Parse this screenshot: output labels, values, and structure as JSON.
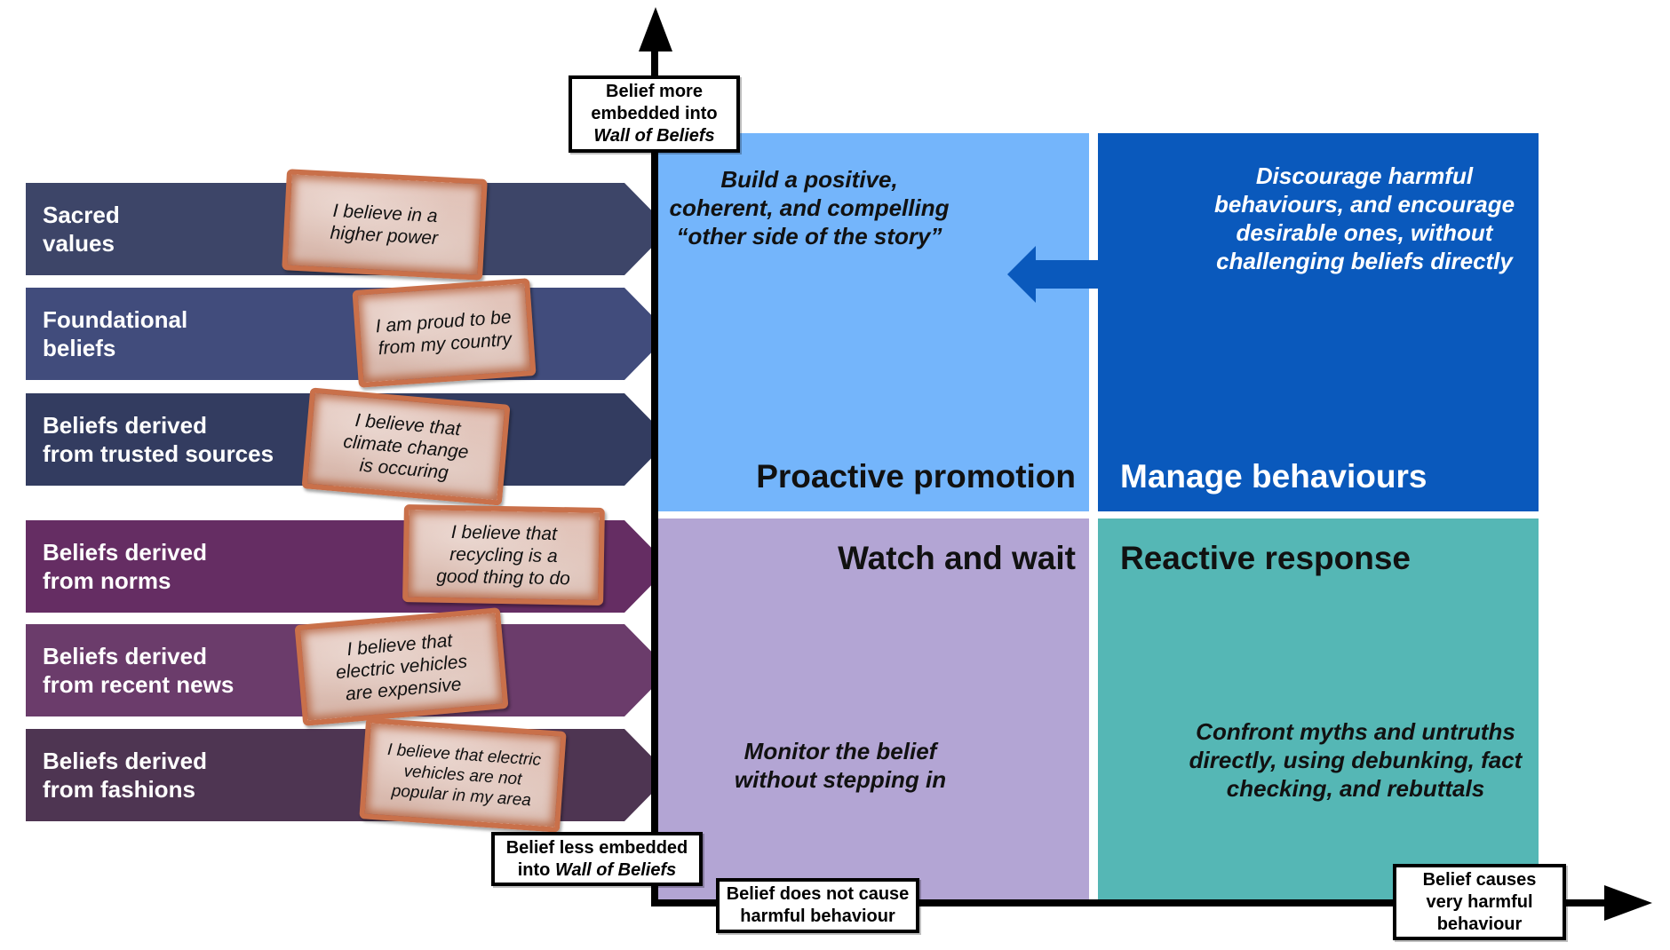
{
  "title": "Wall of Beliefs strategy matrix",
  "colors": {
    "row_1": "#3d4568",
    "row_2": "#414c7c",
    "row_3": "#333c60",
    "row_4": "#652d63",
    "row_5": "#6b3c6b",
    "row_6": "#4e3552",
    "quad_proactive": "#74b5fb",
    "quad_manage": "#0a59bc",
    "quad_watch": "#b3a5d4",
    "quad_reactive": "#55b7b5",
    "arrow_blue": "#0a59bc",
    "axis": "#000000"
  },
  "belief_rows": [
    {
      "label": "Sacred\nvalues",
      "brick": "I believe in a\nhigher power"
    },
    {
      "label": "Foundational\nbeliefs",
      "brick": "I am proud to be\nfrom my country"
    },
    {
      "label": "Beliefs derived\nfrom trusted sources",
      "brick": "I believe that\nclimate change\nis occuring"
    },
    {
      "label": "Beliefs derived\nfrom norms",
      "brick": "I believe that\nrecycling is a\ngood thing to do"
    },
    {
      "label": "Beliefs derived\nfrom recent news",
      "brick": "I believe that\nelectric vehicles\nare expensive"
    },
    {
      "label": "Beliefs derived\nfrom fashions",
      "brick": "I believe that electric\nvehicles are not\npopular in my area"
    }
  ],
  "axes": {
    "y_top": {
      "line1": "Belief more",
      "line2": "embedded into",
      "line3": "Wall of Beliefs"
    },
    "y_bottom": {
      "line1": "Belief less embedded",
      "line2_prefix": "into ",
      "line2_italic": "Wall of Beliefs"
    },
    "x_left": {
      "line1": "Belief does not cause",
      "line2": "harmful behaviour"
    },
    "x_right": {
      "line1": "Belief causes",
      "line2": "very harmful",
      "line3": "behaviour"
    }
  },
  "quadrants": {
    "proactive": {
      "title": "Proactive promotion",
      "description": "Build a positive,\ncoherent, and compelling\n“other side of the story”"
    },
    "manage": {
      "title": "Manage behaviours",
      "description": "Discourage harmful\nbehaviours, and encourage\ndesirable ones, without\nchallenging beliefs directly"
    },
    "watch": {
      "title": "Watch and wait",
      "description": "Monitor the belief\nwithout stepping in"
    },
    "reactive": {
      "title": "Reactive response",
      "description": "Confront myths and untruths\ndirectly, using debunking, fact\nchecking, and rebuttals"
    }
  }
}
